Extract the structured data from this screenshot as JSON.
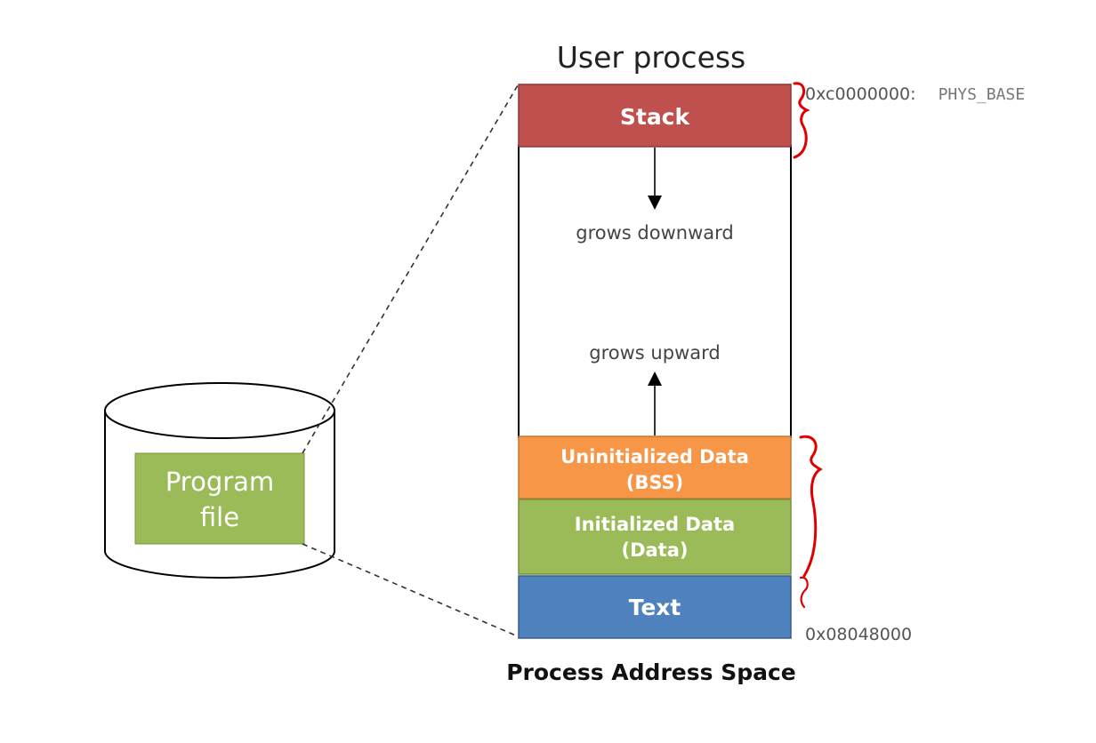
{
  "diagram": {
    "title": "User process",
    "caption": "Process Address Space",
    "program_file": {
      "line1": "Program",
      "line2": "file"
    },
    "segments": {
      "stack": {
        "label": "Stack",
        "color": "#c0504d"
      },
      "bss": {
        "line1": "Uninitialized Data",
        "line2": "(BSS)",
        "color": "#f79646"
      },
      "data": {
        "line1": "Initialized Data",
        "line2": "(Data)",
        "color": "#9bbb59"
      },
      "text": {
        "label": "Text",
        "color": "#4f81bd"
      }
    },
    "annotations": {
      "stack_growth": "grows downward",
      "heap_growth": "grows upward"
    },
    "addresses": {
      "top_value": "0xc0000000:",
      "top_symbol": "PHYS_BASE",
      "bottom_value": "0x08048000"
    },
    "colors": {
      "program_file": "#9bbb59",
      "bracket": "#e00000"
    }
  }
}
